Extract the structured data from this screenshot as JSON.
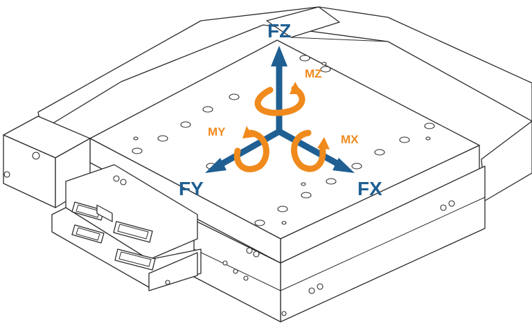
{
  "labels": {
    "fz": "FZ",
    "fy": "FY",
    "fx": "FX",
    "mz": "MZ",
    "my": "MY",
    "mx": "MX"
  },
  "colors": {
    "force_axis": "#1f5f92",
    "moment_arrow": "#f08a1c",
    "line": "#2a2a2a"
  }
}
